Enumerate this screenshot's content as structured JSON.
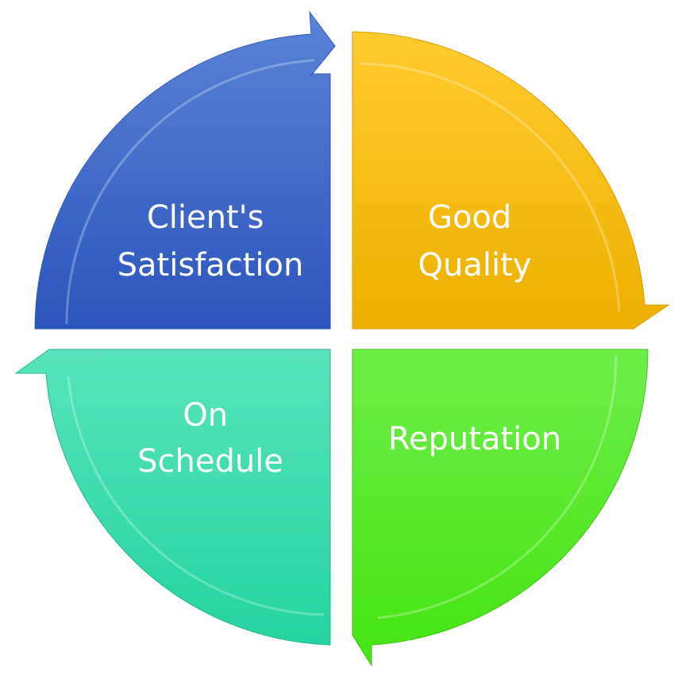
{
  "diagram": {
    "segments": [
      {
        "id": "client-satisfaction",
        "lines": [
          "Client's",
          "Satisfaction"
        ],
        "colors": {
          "light": "#5A84D6",
          "dark": "#2B55BD",
          "stroke": "#2F5AB7"
        }
      },
      {
        "id": "good-quality",
        "lines": [
          "Good",
          "Quality"
        ],
        "colors": {
          "light": "#FFCB2E",
          "dark": "#EDB000",
          "stroke": "#D79E00"
        }
      },
      {
        "id": "reputation",
        "lines": [
          "Reputation"
        ],
        "colors": {
          "light": "#6EEE4A",
          "dark": "#44E412",
          "stroke": "#3BC412"
        }
      },
      {
        "id": "on-schedule",
        "lines": [
          "On",
          "Schedule"
        ],
        "colors": {
          "light": "#58E4BC",
          "dark": "#24D39F",
          "stroke": "#1FB58A"
        }
      }
    ]
  }
}
